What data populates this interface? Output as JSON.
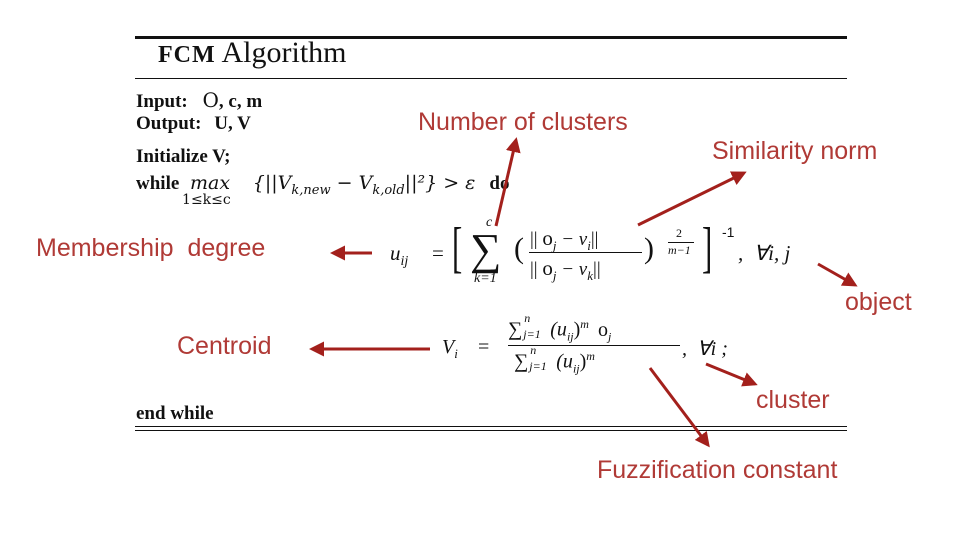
{
  "algorithm": {
    "title_bold": "FCM",
    "title_rest": "Algorithm",
    "input_label": "Input:",
    "input_object": "O",
    "input_rest": ", c, m",
    "output_label": "Output:",
    "output_value": "U, V",
    "init_line": "Initialize V;",
    "while_kw": "while",
    "while_max": "max",
    "while_range": "1≤k≤c",
    "while_expr": "{||V",
    "while_sub_new": "k,new",
    "while_minus": " − V",
    "while_sub_old": "k,old",
    "while_close": "||²} > ε",
    "while_do": "do",
    "end_line": "end while"
  },
  "formula_u": {
    "lhs": "u",
    "lhs_sub": "ij",
    "equals": "=",
    "sum_top": "c",
    "sum_bottom": "k=1",
    "num_open": "|| ",
    "num_o": "o",
    "num_o_sub": "j",
    "num_rest": " − v",
    "num_v_sub": "i",
    "num_close": "||",
    "den_o": "o",
    "den_o_sub": "j",
    "den_rest": " − v",
    "den_v_sub": "k",
    "den_close": "||",
    "exp_num": "2",
    "exp_den": "m−1",
    "outer_exp": "-1",
    "forall": ",  ∀i, j"
  },
  "formula_v": {
    "lhs": "V",
    "lhs_sub": "i",
    "equals": "=",
    "num_sum": "∑",
    "num_sum_top": "n",
    "num_sum_bottom": "j=1",
    "num_term": "(u",
    "num_term_sub": "ij",
    "num_term_close": ")",
    "num_exp": "m",
    "num_o": "o",
    "num_o_sub": "j",
    "den_sum": "∑",
    "den_sum_top": "n",
    "den_sum_bottom": "j=1",
    "den_term": "(u",
    "den_term_sub": "ij",
    "den_term_close": ")",
    "den_exp": "m",
    "forall": ",  ∀i ;"
  },
  "annotations": {
    "number_of_clusters": "Number of clusters",
    "similarity_norm": "Similarity norm",
    "membership_degree": "Membership  degree",
    "object": "object",
    "centroid": "Centroid",
    "cluster": "cluster",
    "fuzzification_constant": "Fuzzification constant"
  },
  "colors": {
    "annotation": "#b03a36",
    "arrow": "#a3201c",
    "text": "#111111"
  }
}
